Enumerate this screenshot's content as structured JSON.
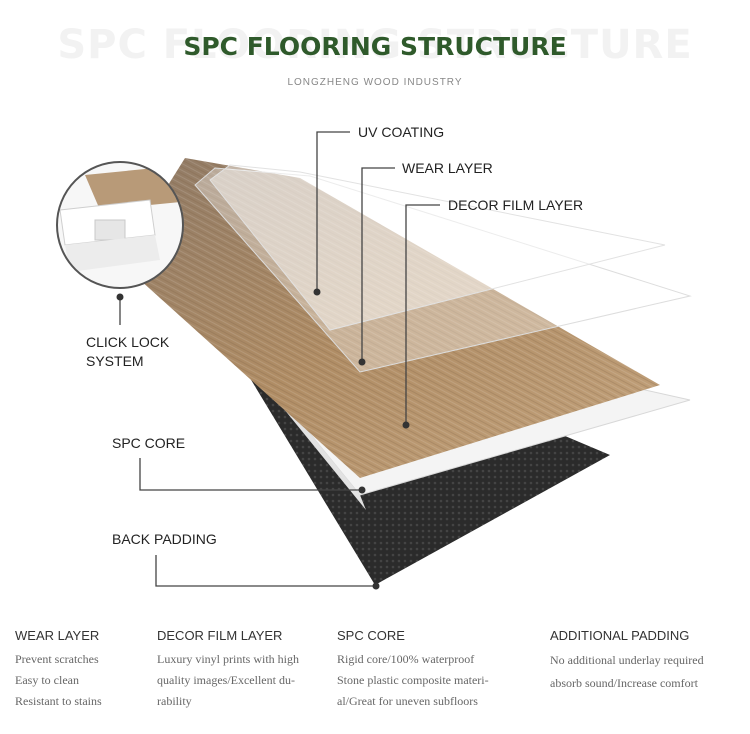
{
  "header": {
    "ghost_title": "SPC FLOORING STRUCTURE",
    "title": "SPC FLOORING STRUCTURE",
    "subtitle": "LONGZHENG WOOD INDUSTRY"
  },
  "callouts": {
    "uv_coating": "UV COATING",
    "wear_layer": "WEAR LAYER",
    "decor_film": "DECOR FILM LAYER",
    "click_lock_1": "CLICK LOCK",
    "click_lock_2": "SYSTEM",
    "spc_core": "SPC CORE",
    "back_padding": "BACK PADDING"
  },
  "features": [
    {
      "title": "WEAR LAYER",
      "items": [
        "Prevent scratches",
        "Easy to clean",
        "Resistant to stains"
      ]
    },
    {
      "title": "DECOR FILM LAYER",
      "items": [
        "Luxury vinyl prints with high",
        "quality images/Excellent du-",
        "rability"
      ]
    },
    {
      "title": "SPC CORE",
      "items": [
        "Rigid core/100% waterproof",
        "Stone plastic composite materi-",
        "al/Great for uneven subfloors"
      ]
    },
    {
      "title": "ADDITIONAL PADDING",
      "items": [
        "No additional underlay required",
        "absorb sound/Increase comfort"
      ]
    }
  ],
  "colors": {
    "title_green": "#2f5a2b",
    "wood": "#a88862",
    "backing": "#2a2a2a"
  }
}
